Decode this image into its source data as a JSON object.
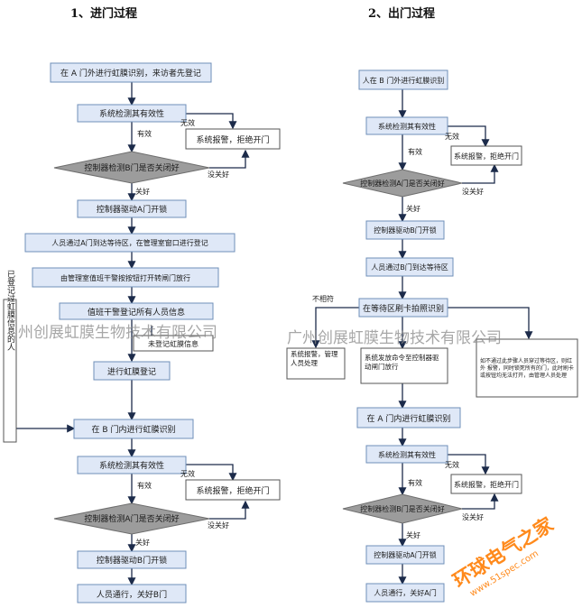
{
  "titles": {
    "enter": "1、进门过程",
    "exit": "2、出门过程"
  },
  "left": {
    "iris_a_outside": "在 A 门外进行虹膜识别，来访者先登记",
    "validity_1": "系统检测其有效性",
    "invalid_1": "无效",
    "valid_1": "有效",
    "alarm_1": "系统报警，拒绝开门",
    "check_b": "控制器检测B门是否关闭好",
    "not_closed_1": "没关好",
    "closed_1": "关好",
    "open_a": "控制器驱动A门开锁",
    "through_a": "人员通过A门到达等待区，在管理室窗口进行登记",
    "guard_open": "由管理室值班干警按按钮打开转闸门放行",
    "guard_register": "值班干警登记所有人员信息",
    "not_registered": "未登记虹膜信息",
    "iris_register": "进行虹膜登记",
    "registered_side": "已登记过虹膜信息的人",
    "iris_b_inside": "在 B 门内进行虹膜识别",
    "validity_2": "系统检测其有效性",
    "invalid_2": "无效",
    "valid_2": "有效",
    "alarm_2": "系统报警，拒绝开门",
    "check_a": "控制器检测A门是否关闭好",
    "not_closed_2": "没关好",
    "closed_2": "关好",
    "open_b": "控制器驱动B门开锁",
    "pass_close_b": "人员通行，关好B门"
  },
  "right": {
    "iris_b_outside": "人在 B 门外进行虹膜识别",
    "validity_1": "系统检测其有效性",
    "invalid_1": "无效",
    "valid_1": "有效",
    "alarm_1": "系统报警，拒绝开门",
    "check_a": "控制器检测A门是否关闭好",
    "not_closed_1": "没关好",
    "closed_1": "关好",
    "open_b": "控制器驱动B门开锁",
    "through_b": "人员通过B门到达等待区",
    "swipe_photo": "在等待区刷卡拍照识别",
    "mismatch": "不相符",
    "alarm_manage": "系统报警，管理人员处理",
    "release_gate": "系统发放命令至控制器驱动闸门放行",
    "illegal_pass": "如不通过此步骤人员穿过等待区，则红外 报警，同时锁死所有的门，此时刷卡或按钮均无法打开，由管理人员处理",
    "iris_a_inside": "在 A 门内进行虹膜识别",
    "validity_2": "系统检测其有效性",
    "invalid_2": "无效",
    "valid_2": "有效",
    "alarm_2": "系统报警，拒绝开门",
    "check_b": "控制器检测B门是否关闭好",
    "not_closed_2": "没关好",
    "closed_2": "关好",
    "open_a": "控制器驱动A门开锁",
    "pass_close_a": "人员通行，关好A门"
  },
  "watermarks": {
    "left": "州创展虹膜生物技术有限公司",
    "right": "广州创展虹膜生物技术有限公司"
  },
  "logo": {
    "name": "环球电气之家",
    "url": "www.51spec.com"
  },
  "colors": {
    "box_fill": "#dfe8f7",
    "box_stroke": "#6f8fb8",
    "diamond": "#9c9c9c",
    "line": "#1c2b4a",
    "logo": "#ff8a1c"
  }
}
